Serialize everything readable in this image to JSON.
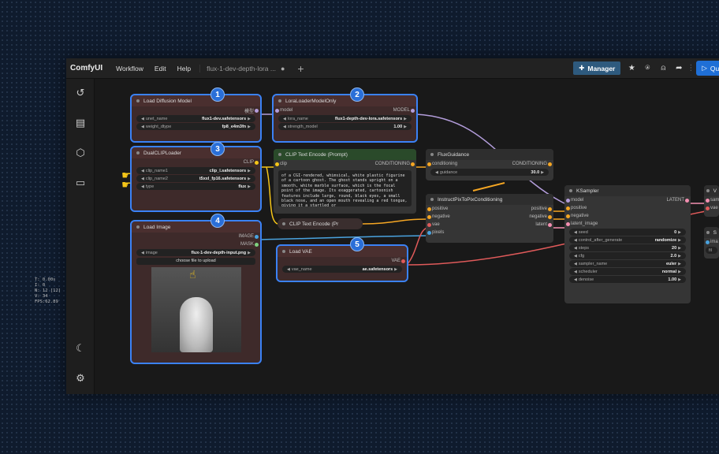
{
  "menubar": {
    "logo": "ComfyUI",
    "menu": [
      "Workflow",
      "Edit",
      "Help"
    ],
    "workflow_tab": "flux-1-dev-depth-lora ...",
    "tab_dot": "●",
    "add_tab": "+",
    "manager": "Manager",
    "queue": "Que"
  },
  "stats": {
    "t": "T: 0.00s",
    "i": "I: 0",
    "n": "N: 12 [12]",
    "v": "V: 34",
    "fps": "FPS:62.89"
  },
  "badges": [
    "1",
    "2",
    "3",
    "4",
    "5"
  ],
  "nodes": {
    "load_diffusion": {
      "title": "Load Diffusion Model",
      "output": "模型",
      "w1_name": "unet_name",
      "w1_value": "flux1-dev.safetensors",
      "w2_name": "weight_dtype",
      "w2_value": "fp8_e4m3fn"
    },
    "lora_loader": {
      "title": "LoraLoaderModelOnly",
      "input": "model",
      "output": "MODEL",
      "w1_name": "lora_name",
      "w1_value": "flux1-depth-dev-lora.safetensors",
      "w2_name": "strength_model",
      "w2_value": "1.00"
    },
    "dual_clip": {
      "title": "DualCLIPLoader",
      "output": "CLIP",
      "w1_name": "clip_name1",
      "w1_value": "clip_l.safetensors",
      "w2_name": "clip_name2",
      "w2_value": "t5xxl_fp16.safetensors",
      "w3_name": "type",
      "w3_value": "flux"
    },
    "clip_text": {
      "title": "CLIP Text Encode (Prompt)",
      "input": "clip",
      "output": "CONDITIONING",
      "text": "of a CGI-rendered, whimsical, white plastic figurine of a cartoon ghost. The ghost stands upright on a smooth, white marble surface, which is the focal point of the image. Its exaggerated, cartoonish features include large, round, black eyes, a small black nose, and an open mouth revealing a red tongue, giving it a startled or"
    },
    "clip_text_collapsed": {
      "title": "CLIP Text Encode (Pr"
    },
    "flux_guidance": {
      "title": "FluxGuidance",
      "input": "conditioning",
      "output": "CONDITIONING",
      "w1_name": "guidance",
      "w1_value": "30.0"
    },
    "instruct_pix": {
      "title": "InstructPixToPixConditioning",
      "inputs": [
        "positive",
        "negative",
        "vae",
        "pixels"
      ],
      "outputs": [
        "positive",
        "negative",
        "latent"
      ]
    },
    "load_image": {
      "title": "Load Image",
      "outputs": [
        "IMAGE",
        "MASK"
      ],
      "w1_name": "image",
      "w1_value": "flux-1-dev-depth-input.png",
      "upload": "choose file to upload"
    },
    "load_vae": {
      "title": "Load VAE",
      "output": "VAE",
      "w1_name": "vae_name",
      "w1_value": "ae.safetensors"
    },
    "ksampler": {
      "title": "KSampler",
      "inputs": [
        "model",
        "positive",
        "negative",
        "latent_image"
      ],
      "output": "LATENT",
      "widgets": [
        {
          "name": "seed",
          "value": "0"
        },
        {
          "name": "control_after_generate",
          "value": "randomize"
        },
        {
          "name": "steps",
          "value": "20"
        },
        {
          "name": "cfg",
          "value": "2.0"
        },
        {
          "name": "sampler_name",
          "value": "euler"
        },
        {
          "name": "scheduler",
          "value": "normal"
        },
        {
          "name": "denoise",
          "value": "1.00"
        }
      ]
    },
    "vae_decode": {
      "title": "V",
      "inputs": [
        "sam",
        "vae"
      ]
    },
    "save": {
      "title": "S",
      "input": "ima",
      "widget": "fil"
    }
  },
  "colors": {
    "selected": "#3b82f6",
    "model_wire": "#b39ddb",
    "clip_wire": "#f5c518",
    "cond_wire": "#f5a623",
    "vae_wire": "#e05a5a",
    "image_wire": "#4aa3df",
    "latent_wire": "#f48fb1"
  }
}
